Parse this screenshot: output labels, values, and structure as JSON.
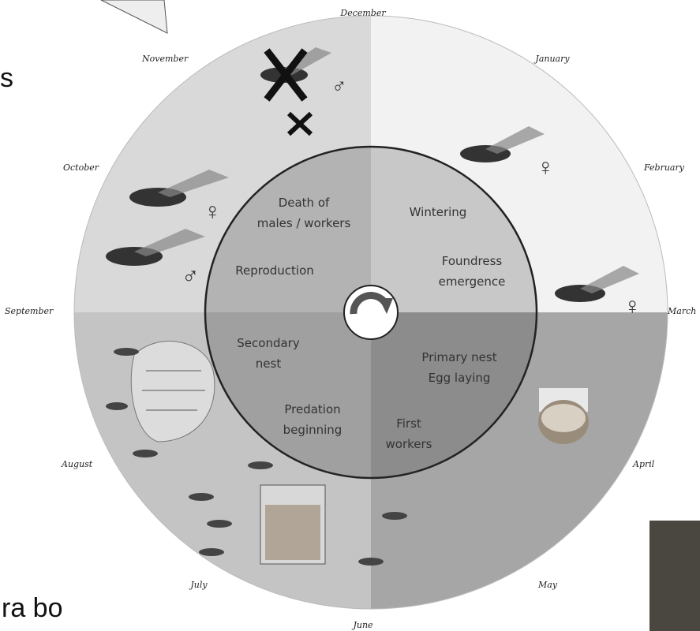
{
  "months": {
    "december": "December",
    "january": "January",
    "february": "February",
    "march": "March",
    "april": "April",
    "may": "May",
    "june": "June",
    "july": "July",
    "august": "August",
    "september": "September",
    "october": "October",
    "november": "November"
  },
  "stages": {
    "death_1": "Death of",
    "death_2": "males / workers",
    "wintering": "Wintering",
    "reproduction": "Reproduction",
    "foundress_1": "Foundress",
    "foundress_2": "emergence",
    "secondary_1": "Secondary",
    "secondary_2": "nest",
    "primary_1": "Primary nest",
    "primary_2": "Egg laying",
    "predation_1": "Predation",
    "predation_2": "beginning",
    "workers_1": "First",
    "workers_2": "workers"
  },
  "symbols": {
    "male": "♂",
    "female": "♀"
  },
  "side_text": {
    "left_top": "s",
    "left_bottom": "ra bo"
  },
  "colors": {
    "quadrant_winter": "#f2f2f2",
    "quadrant_autumn": "#d9d9d9",
    "quadrant_spring": "#a6a6a6",
    "quadrant_summer": "#c4c4c4",
    "inner_light": "#b3b3b3",
    "inner_dark": "#8c8c8c"
  }
}
